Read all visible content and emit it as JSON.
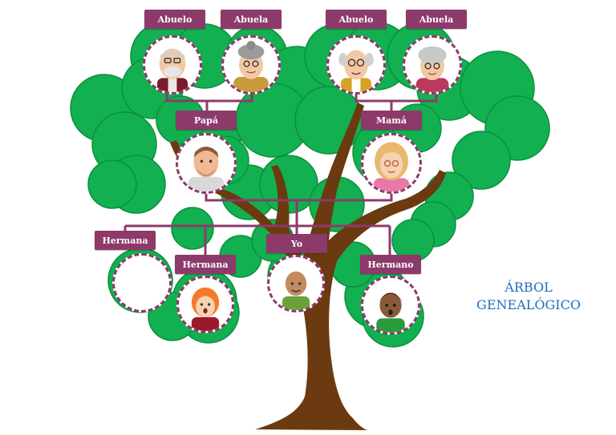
{
  "title": {
    "line1": "ÁRBOL",
    "line2": "GENEALÓGICO"
  },
  "colors": {
    "label": "#8d3a6a",
    "foliage": "#12b050",
    "foliage_edge": "#0c8f3e",
    "trunk": "#6b3a10",
    "connector": "#8d3a6a",
    "title": "#1e6fbf"
  },
  "family": {
    "abuelo_paterno": {
      "label": "Abuelo",
      "icon": "grandfather-icon"
    },
    "abuela_paterna": {
      "label": "Abuela",
      "icon": "grandmother-icon"
    },
    "abuelo_materno": {
      "label": "Abuelo",
      "icon": "grandfather-icon"
    },
    "abuela_materna": {
      "label": "Abuela",
      "icon": "grandmother-icon"
    },
    "papa": {
      "label": "Papá",
      "icon": "father-icon"
    },
    "mama": {
      "label": "Mamá",
      "icon": "mother-icon"
    },
    "hermana_1": {
      "label": "Hermana",
      "icon": "empty-portrait"
    },
    "hermana_2": {
      "label": "Hermana",
      "icon": "girl-icon"
    },
    "yo": {
      "label": "Yo",
      "icon": "boy-icon"
    },
    "hermano": {
      "label": "Hermano",
      "icon": "boy-icon"
    }
  }
}
